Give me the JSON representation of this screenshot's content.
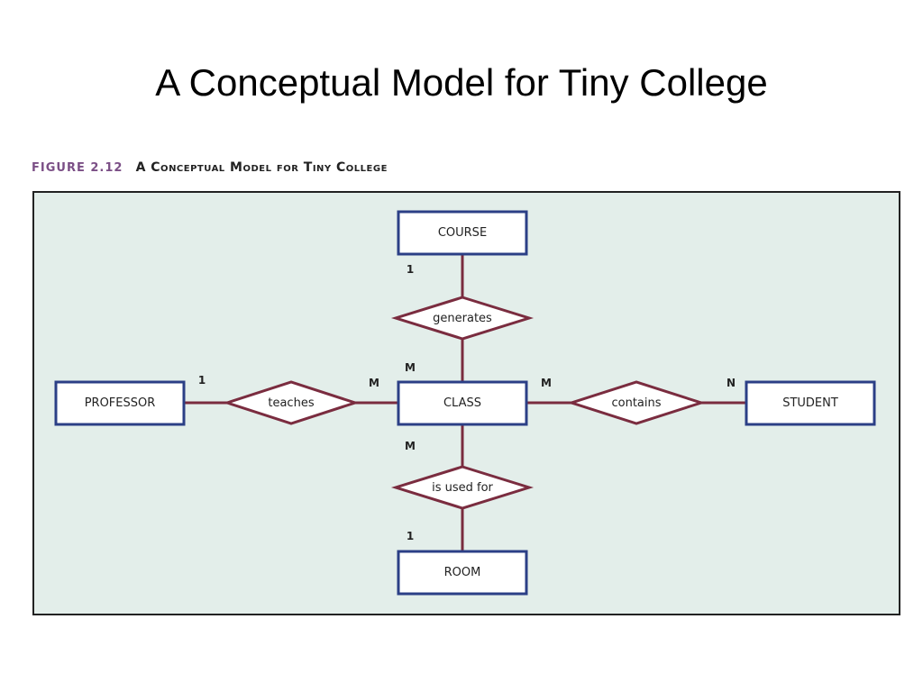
{
  "slide": {
    "title": "A Conceptual Model for Tiny College"
  },
  "figure": {
    "number": "FIGURE 2.12",
    "title": "A Conceptual Model for Tiny College",
    "background_color": "#e3eeea",
    "border_color": "#222222"
  },
  "colors": {
    "entity_border": "#2b3f86",
    "relationship_line": "#7a2c3f"
  },
  "entities": {
    "course": "COURSE",
    "professor": "PROFESSOR",
    "class": "CLASS",
    "student": "STUDENT",
    "room": "ROOM"
  },
  "relationships": {
    "generates": "generates",
    "teaches": "teaches",
    "contains": "contains",
    "is_used_for": "is used for"
  },
  "cardinalities": {
    "course_generates": "1",
    "class_generates": "M",
    "professor_teaches": "1",
    "class_teaches": "M",
    "class_contains": "M",
    "student_contains": "N",
    "class_used_for": "M",
    "room_used_for": "1"
  }
}
